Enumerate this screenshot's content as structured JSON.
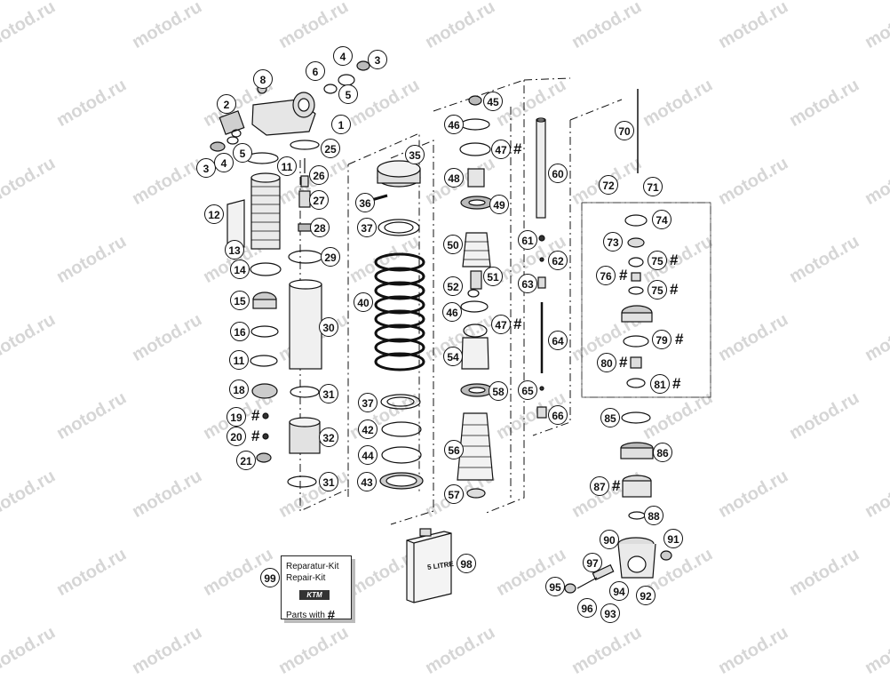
{
  "watermark": "motod.ru",
  "callouts": {
    "c1": "1",
    "c2": "2",
    "c3a": "3",
    "c3b": "3",
    "c4a": "4",
    "c4b": "4",
    "c5a": "5",
    "c5b": "5",
    "c6": "6",
    "c8": "8",
    "c11a": "11",
    "c11b": "11",
    "c12": "12",
    "c13": "13",
    "c14": "14",
    "c15": "15",
    "c16": "16",
    "c18": "18",
    "c19": "19",
    "c20": "20",
    "c21": "21",
    "c25": "25",
    "c26": "26",
    "c27": "27",
    "c28": "28",
    "c29": "29",
    "c30": "30",
    "c31a": "31",
    "c31b": "31",
    "c32": "32",
    "c35": "35",
    "c36": "36",
    "c37a": "37",
    "c37b": "37",
    "c40": "40",
    "c42": "42",
    "c43": "43",
    "c44": "44",
    "c45": "45",
    "c46a": "46",
    "c46b": "46",
    "c47a": "47",
    "c47b": "47",
    "c48": "48",
    "c49": "49",
    "c50": "50",
    "c51": "51",
    "c52": "52",
    "c54": "54",
    "c56": "56",
    "c57": "57",
    "c58": "58",
    "c60": "60",
    "c61": "61",
    "c62": "62",
    "c63": "63",
    "c64": "64",
    "c65": "65",
    "c66": "66",
    "c70": "70",
    "c71": "71",
    "c72": "72",
    "c73": "73",
    "c74": "74",
    "c75a": "75",
    "c75b": "75",
    "c76": "76",
    "c79": "79",
    "c80": "80",
    "c81": "81",
    "c85": "85",
    "c86": "86",
    "c87": "87",
    "c88": "88",
    "c90": "90",
    "c91": "91",
    "c92": "92",
    "c93": "93",
    "c94": "94",
    "c95": "95",
    "c96": "96",
    "c97": "97",
    "c98": "98",
    "c99": "99"
  },
  "hash_mark": "#",
  "kit": {
    "line1": "Reparatur-Kit",
    "line2": "Repair-Kit",
    "logo": "KTM",
    "line3": "Parts with",
    "hash": "#"
  },
  "can_label": "5 LITRE"
}
